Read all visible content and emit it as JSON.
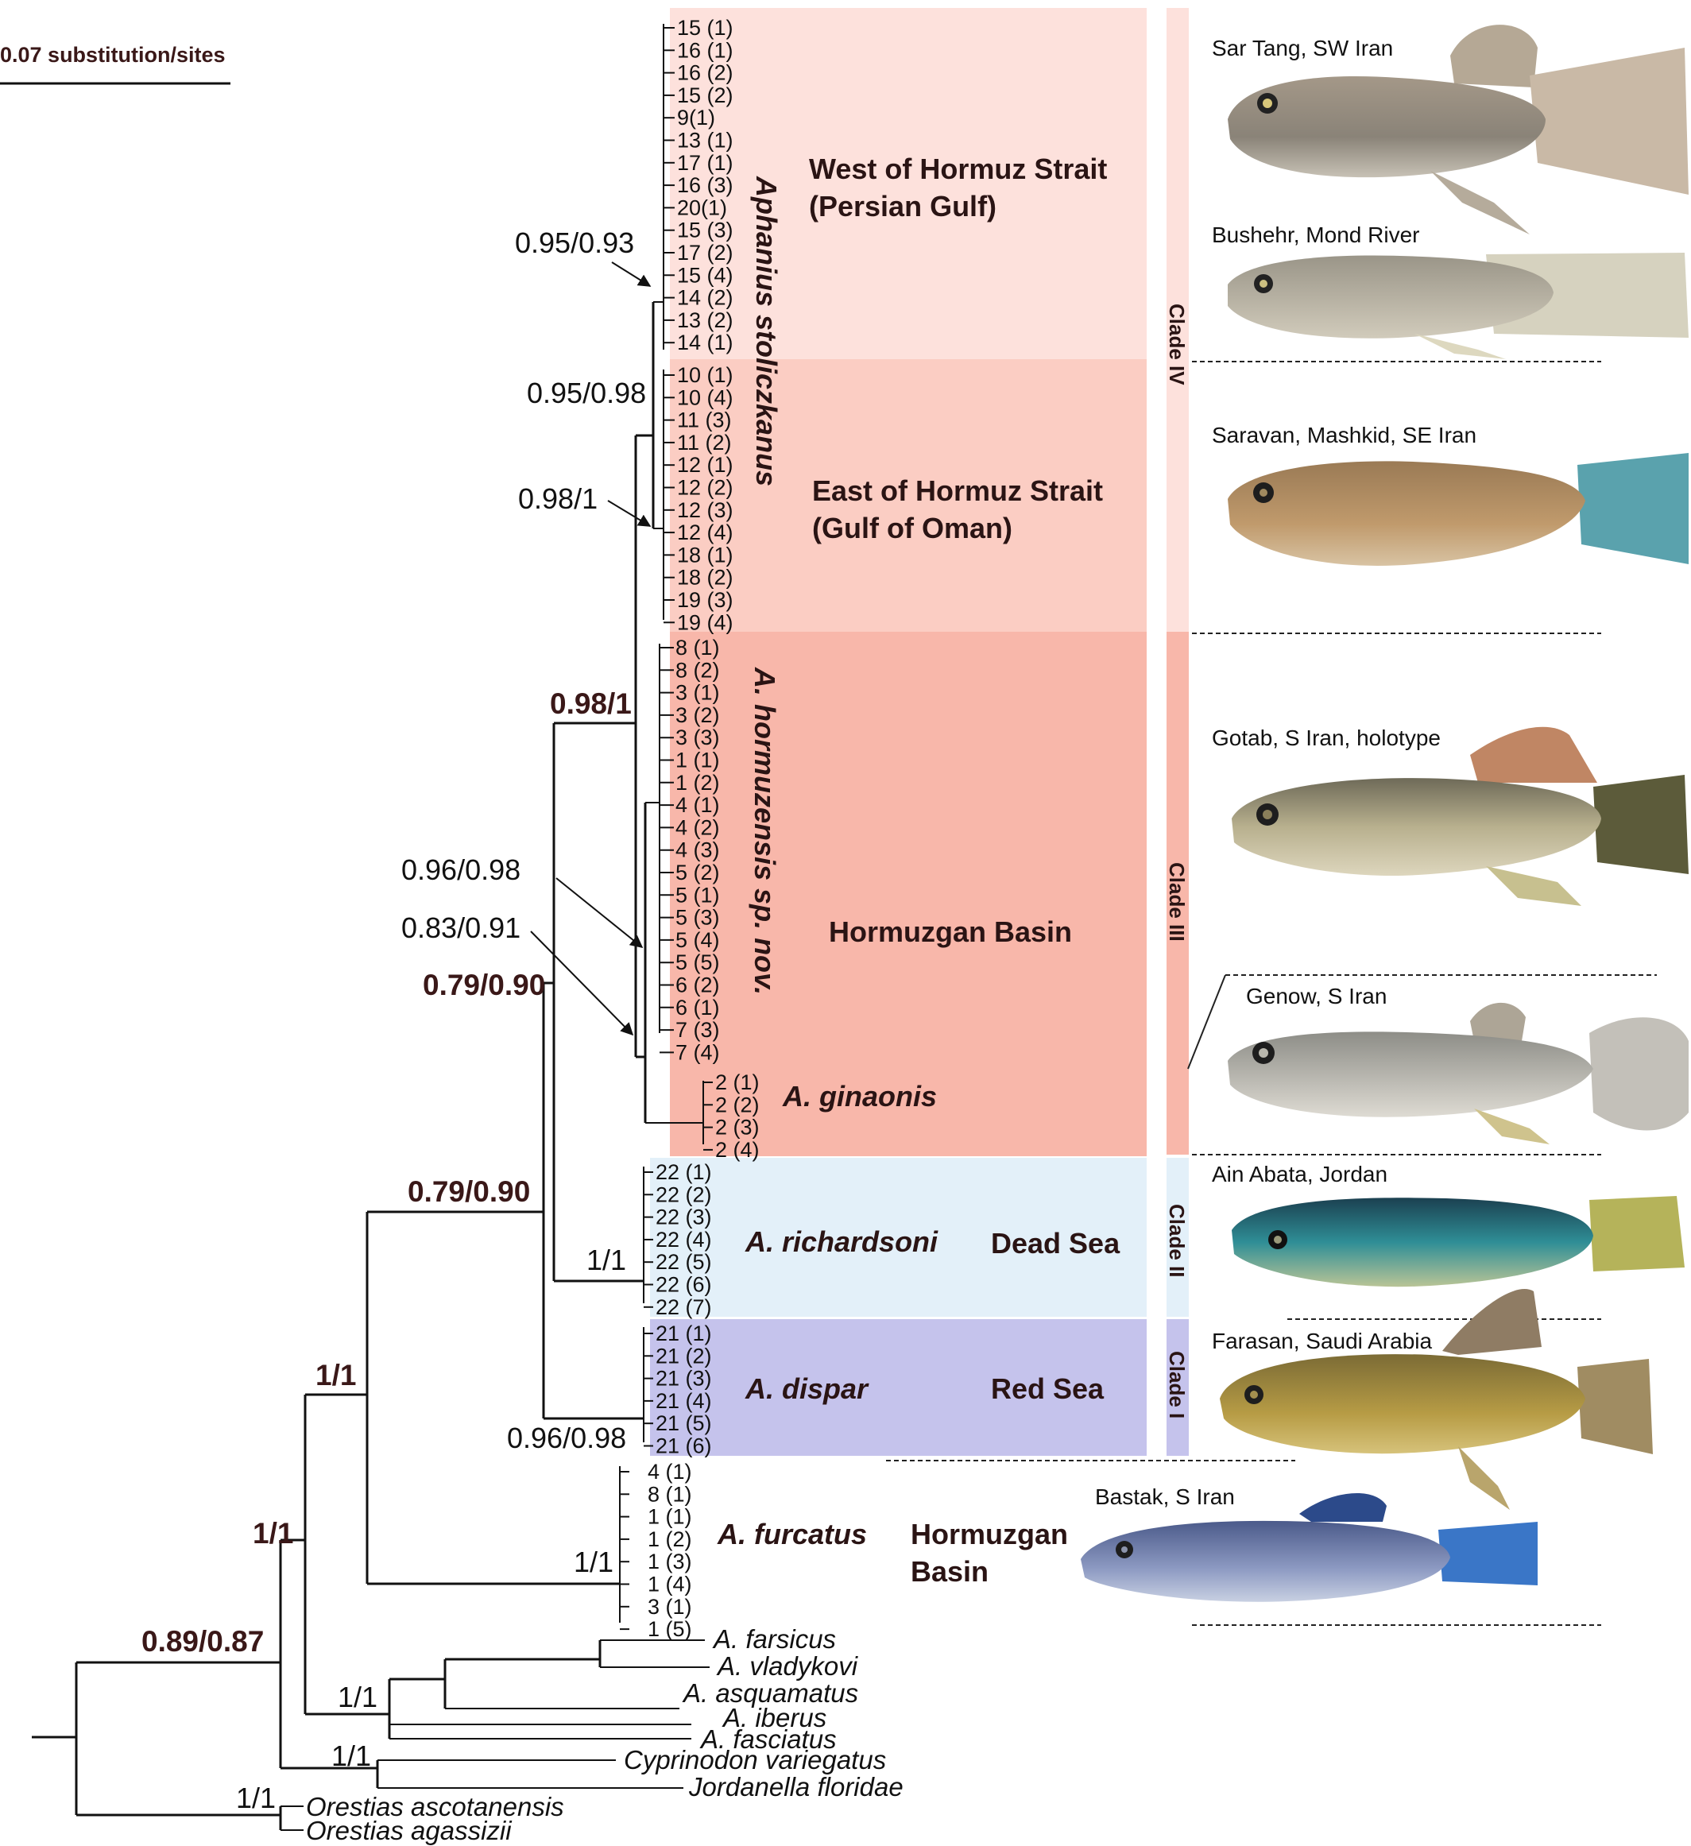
{
  "scale_bar": {
    "label": "0.07 substitution/sites"
  },
  "regions": {
    "west_line1": "West of Hormuz Strait",
    "west_line2": "(Persian Gulf)",
    "east_line1": "East of Hormuz Strait",
    "east_line2": "(Gulf of Oman)",
    "hormuzgan": "Hormuzgan Basin",
    "dead_sea": "Dead Sea",
    "red_sea": "Red Sea",
    "hormuzgan_line1": "Hormuzgan",
    "hormuzgan_line2": "Basin"
  },
  "species": {
    "stoliczkanus": "Aphanius stoliczkanus",
    "hormuzensis": "A. hormuzensis sp. nov.",
    "ginaonis": "A. ginaonis",
    "richardsoni": "A. richardsoni",
    "dispar": "A. dispar",
    "furcatus": "A. furcatus"
  },
  "clades": {
    "iv": "Clade IV",
    "iii": "Clade III",
    "ii": "Clade II",
    "i": "Clade I"
  },
  "tips": {
    "stoliczkanus_west": [
      "15 (1)",
      "16 (1)",
      "16 (2)",
      "15 (2)",
      "9(1)",
      "13 (1)",
      "17 (1)",
      "16 (3)",
      "20(1)",
      "15 (3)",
      "17 (2)",
      "15 (4)",
      "14 (2)",
      "13 (2)",
      "14 (1)"
    ],
    "stoliczkanus_east": [
      "10 (1)",
      "10 (4)",
      "11 (3)",
      "11 (2)",
      "12 (1)",
      "12 (2)",
      "12 (3)",
      "12 (4)",
      "18 (1)",
      "18 (2)",
      "19 (3)",
      "19 (4)"
    ],
    "hormuzensis": [
      "8 (1)",
      "8 (2)",
      "3 (1)",
      "3 (2)",
      "3 (3)",
      "1 (1)",
      "1 (2)",
      "4 (1)",
      "4 (2)",
      "4 (3)",
      "5 (2)",
      "5 (1)",
      "5 (3)",
      "5 (4)",
      "5 (5)",
      "6 (2)",
      "6 (1)",
      "7 (3)",
      "7 (4)"
    ],
    "ginaonis": [
      "2 (1)",
      "2 (2)",
      "2 (3)",
      "2 (4)"
    ],
    "richardsoni": [
      "22 (1)",
      "22 (2)",
      "22 (3)",
      "22 (4)",
      "22 (5)",
      "22 (6)",
      "22 (7)"
    ],
    "dispar": [
      "21 (1)",
      "21 (2)",
      "21 (3)",
      "21 (4)",
      "21 (5)",
      "21 (6)"
    ],
    "furcatus": [
      "4 (1)",
      "8 (1)",
      "1 (1)",
      "1 (2)",
      "1 (3)",
      "1 (4)",
      "3 (1)",
      "1 (5)"
    ]
  },
  "outgroups": [
    "A. farsicus",
    "A. vladykovi",
    "A. asquamatus",
    "A. iberus",
    "A. fasciatus",
    "Cyprinodon variegatus",
    "Jordanella floridae",
    "Orestias ascotanensis",
    "Orestias agassizii"
  ],
  "support": {
    "s1": "0.95/0.93",
    "s2": "0.95/0.98",
    "s3": "0.98/1",
    "s4": "0.98/1",
    "s5": "0.96/0.98",
    "s6": "0.83/0.91",
    "s7": "0.79/0.90",
    "s8": "0.79/0.90",
    "s9": "1/1",
    "s10": "0.96/0.98",
    "s11": "1/1",
    "s12": "1/1",
    "s13": "1/1",
    "s14": "0.89/0.87",
    "s15": "1/1",
    "s16": "1/1",
    "s17": "1/1"
  },
  "localities": {
    "l1": "Sar Tang, SW Iran",
    "l2": "Bushehr, Mond River",
    "l3": "Saravan, Mashkid, SE Iran",
    "l4": "Gotab, S Iran, holotype",
    "l5": "Genow, S Iran",
    "l6": "Ain Abata, Jordan",
    "l7": "Farasan, Saudi Arabia",
    "l8": "Bastak, S Iran"
  },
  "colors": {
    "west_bg": "#fde1dc",
    "east_bg": "#fbcdc3",
    "hormuzgan_bg": "#f8b7aa",
    "dead_sea_bg": "#e3f0f9",
    "red_sea_bg": "#c5c3ec"
  }
}
